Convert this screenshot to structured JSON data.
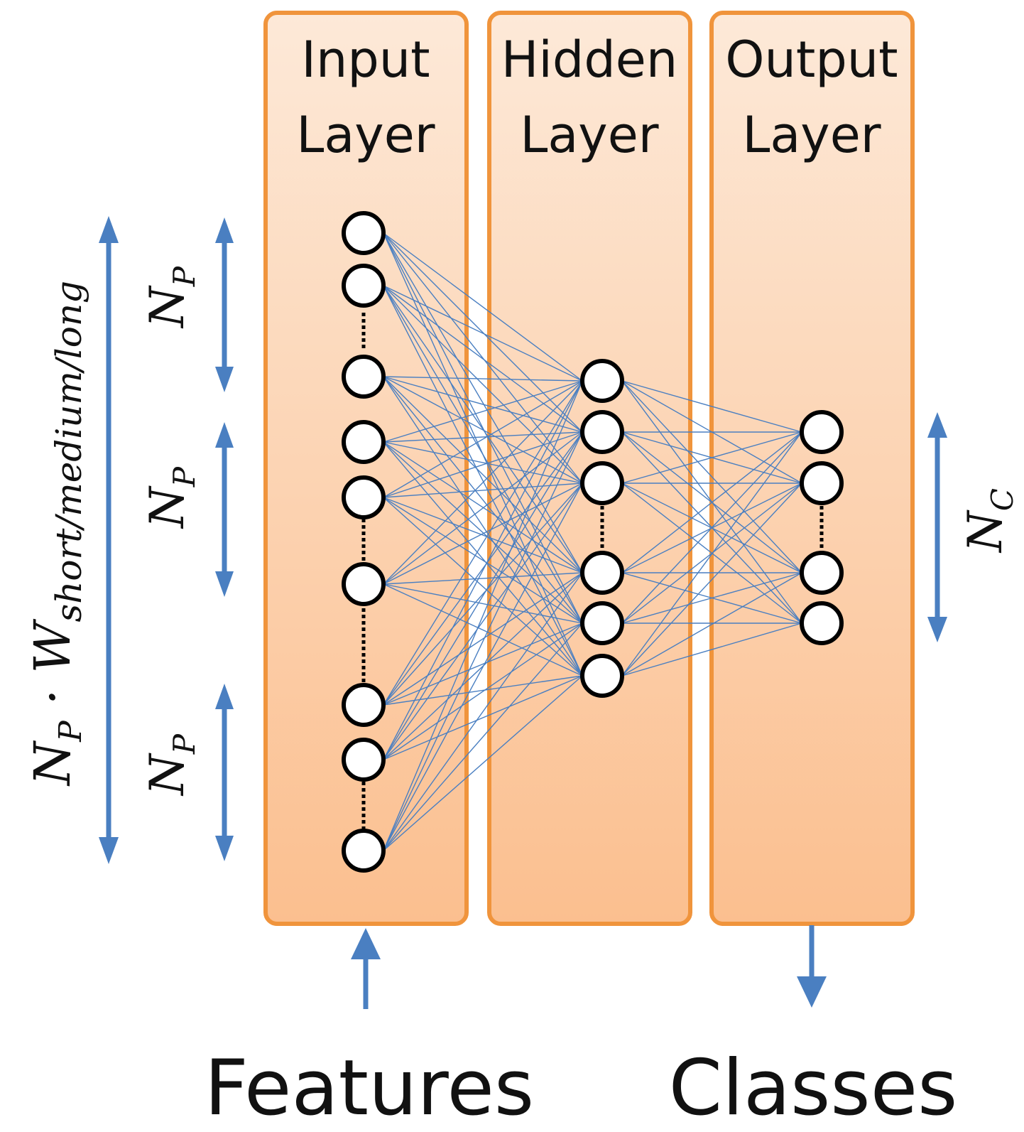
{
  "layers": {
    "input": {
      "title_line1": "Input",
      "title_line2": "Layer"
    },
    "hidden": {
      "title_line1": "Hidden",
      "title_line2": "Layer"
    },
    "output": {
      "title_line1": "Output",
      "title_line2": "Layer"
    }
  },
  "labels": {
    "features": "Features",
    "classes": "Classes"
  },
  "math": {
    "total_N": "N",
    "total_P": "P",
    "total_dot": " · ",
    "total_W": "W",
    "total_sub": "short/medium/long",
    "np_N": "N",
    "np_P": "P",
    "nc_N": "N",
    "nc_C": "C"
  },
  "colors": {
    "panel_fill_top": "#fde9d8",
    "panel_fill_bottom": "#fbbf8f",
    "panel_border": "#f0943c",
    "edge": "#4a7fc1",
    "arrow": "#4a7fc1"
  },
  "network": {
    "input_nodes_shown": 9,
    "hidden_nodes_shown": 6,
    "output_nodes_shown": 4,
    "input_groups": 3,
    "connectivity": "fully-connected"
  }
}
